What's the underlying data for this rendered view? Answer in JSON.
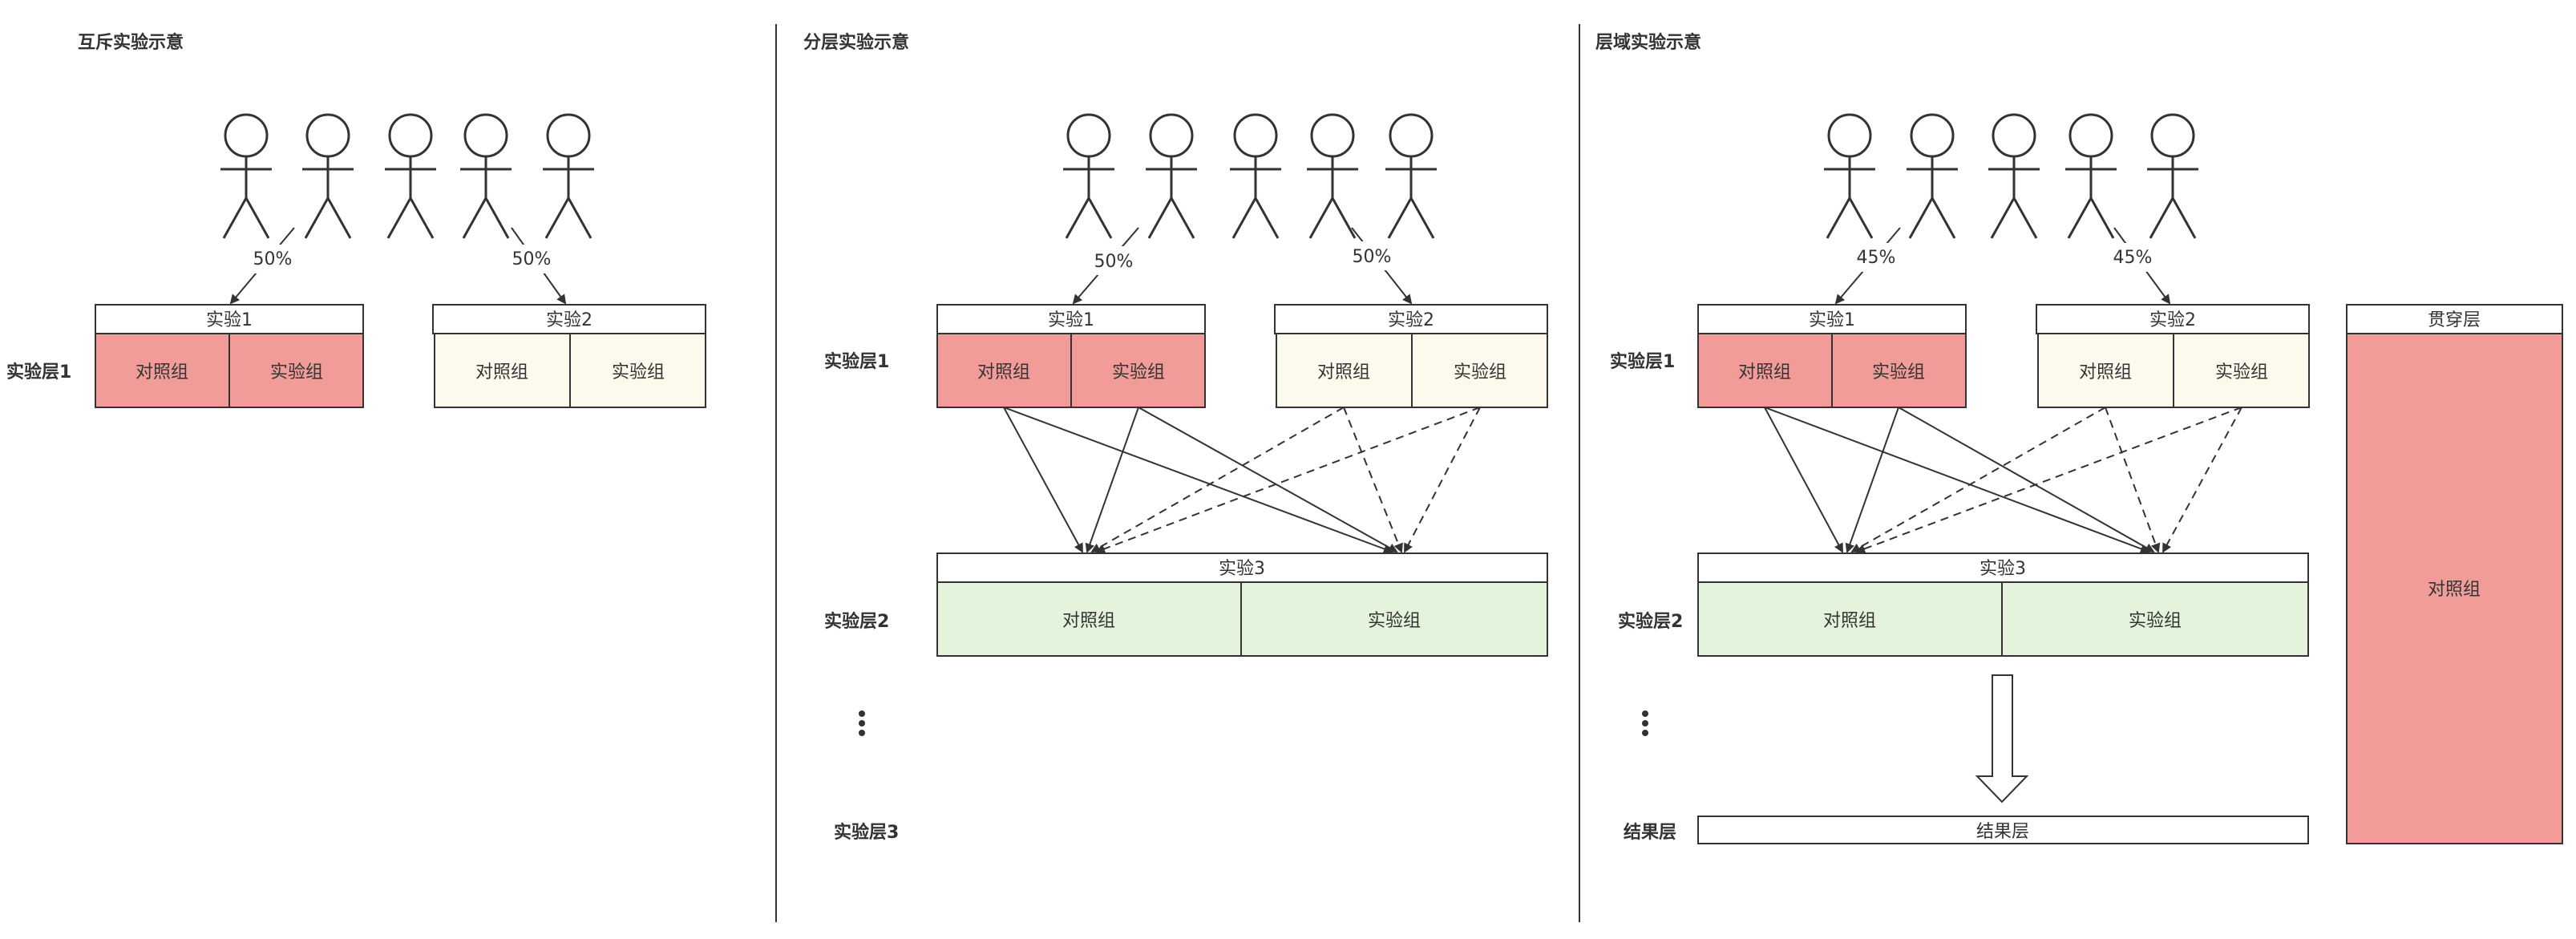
{
  "colors": {
    "control": "#F19C99",
    "ivory": "#FDF9EC",
    "green": "#E4F3DB",
    "white": "#FFFFFF",
    "line": "#333333"
  },
  "panels": [
    {
      "title": "互斥实验示意",
      "layer_label": "实验层1",
      "split_a": "50%",
      "split_b": "50%",
      "exp1": {
        "name": "实验1",
        "cells": [
          "对照组",
          "实验组"
        ]
      },
      "exp2": {
        "name": "实验2",
        "cells": [
          "对照组",
          "实验组"
        ]
      }
    },
    {
      "title": "分层实验示意",
      "layer1_label": "实验层1",
      "layer2_label": "实验层2",
      "layer3_label": "实验层3",
      "split_a": "50%",
      "split_b": "50%",
      "exp1": {
        "name": "实验1",
        "cells": [
          "对照组",
          "实验组"
        ]
      },
      "exp2": {
        "name": "实验2",
        "cells": [
          "对照组",
          "实验组"
        ]
      },
      "exp3": {
        "name": "实验3",
        "cells": [
          "对照组",
          "实验组"
        ]
      }
    },
    {
      "title": "层域实验示意",
      "layer1_label": "实验层1",
      "layer2_label": "实验层2",
      "result_label": "结果层",
      "split_a": "45%",
      "split_b": "45%",
      "exp1": {
        "name": "实验1",
        "cells": [
          "对照组",
          "实验组"
        ]
      },
      "exp2": {
        "name": "实验2",
        "cells": [
          "对照组",
          "实验组"
        ]
      },
      "exp3": {
        "name": "实验3",
        "cells": [
          "对照组",
          "实验组"
        ]
      },
      "result_box": "结果层",
      "cross": {
        "name": "贯穿层",
        "cell": "对照组"
      }
    }
  ]
}
